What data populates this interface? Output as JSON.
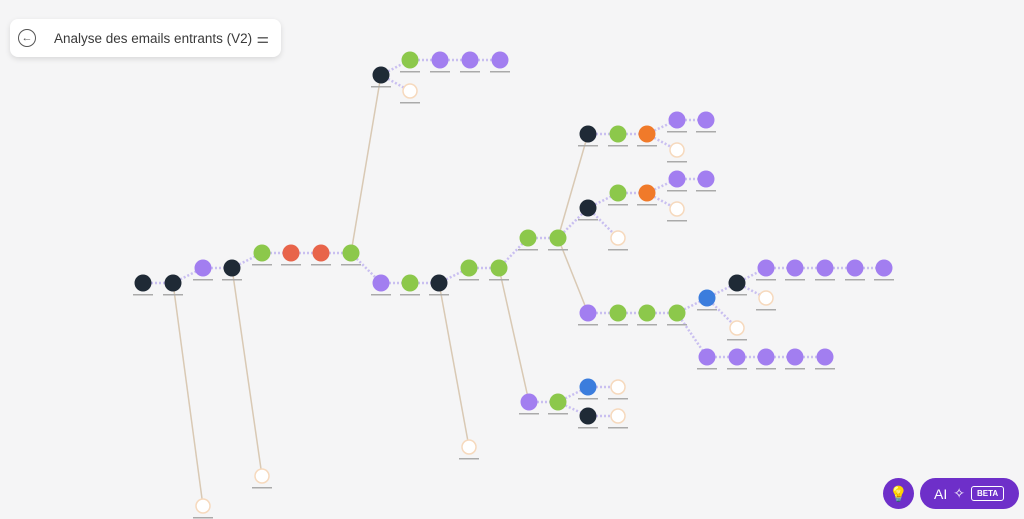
{
  "header": {
    "title": "Analyse des emails entrants (V2)",
    "back_icon": "arrow-left-circle-icon",
    "settings_icon": "sliders-icon"
  },
  "assistant": {
    "ai_label": "AI",
    "beta_label": "BETA"
  },
  "colors": {
    "dark": "#1f2a36",
    "purple": "#a27ef0",
    "green": "#8cc84b",
    "red": "#e8644a",
    "orange": "#f07a2a",
    "blue": "#3b7ddd",
    "pause": "#f3b27a",
    "accent": "#6e2fc9"
  }
}
